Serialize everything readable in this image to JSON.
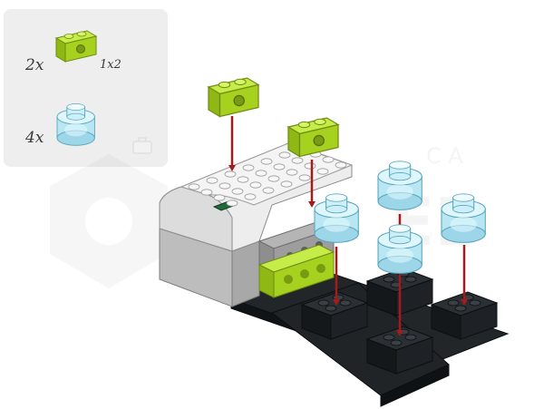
{
  "parts_list": {
    "items": [
      {
        "quantity": "2x",
        "size_label": "1x2",
        "part": "lime-technic-brick-1x2",
        "color": "#a6d11f"
      },
      {
        "quantity": "4x",
        "size_label": "",
        "part": "trans-light-blue-round-plate-2x2",
        "color": "#a9dcec"
      }
    ]
  },
  "colors": {
    "hub_white": "#e9e9e9",
    "hub_grey": "#c3c3c3",
    "lime": "#a6d11f",
    "black": "#1b1f22",
    "trans_blue": "#a9dcec",
    "arrow_red": "#a31c1c",
    "hub_button": "#1f6b3c"
  }
}
